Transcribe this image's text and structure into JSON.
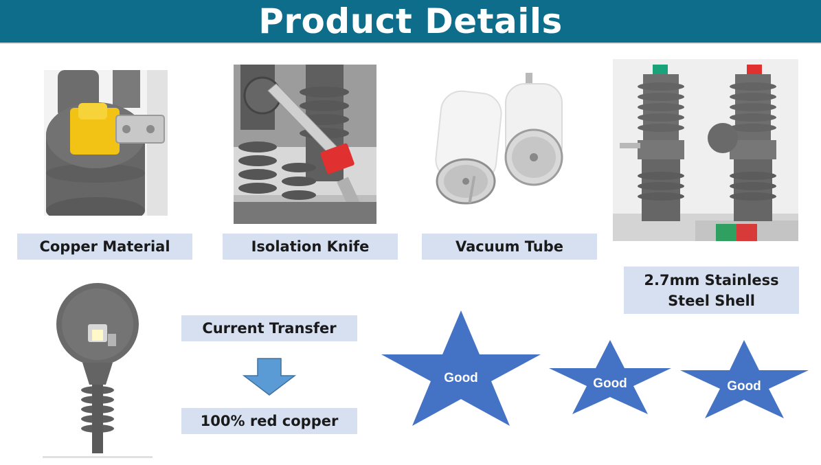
{
  "header": {
    "title": "Product Details"
  },
  "features": [
    {
      "label": "Copper Material"
    },
    {
      "label": "Isolation Knife"
    },
    {
      "label": "Vacuum Tube"
    },
    {
      "label": "2.7mm Stainless Steel Shell"
    },
    {
      "label": "Current Transfer"
    },
    {
      "label": "100% red copper"
    }
  ],
  "stars": [
    {
      "text": "Good"
    },
    {
      "text": "Good"
    },
    {
      "text": "Good"
    }
  ],
  "colors": {
    "header_bg": "#0f6d8c",
    "label_bg": "#d6e0f0",
    "star_fill": "#4472c4",
    "arrow_fill": "#5b9bd5",
    "part_gray": "#6b6b6b",
    "cap_yellow": "#f2c314",
    "cap_red": "#e03030",
    "cap_green": "#1aa37a"
  },
  "icons": [
    "down-arrow-icon",
    "star-icon"
  ]
}
